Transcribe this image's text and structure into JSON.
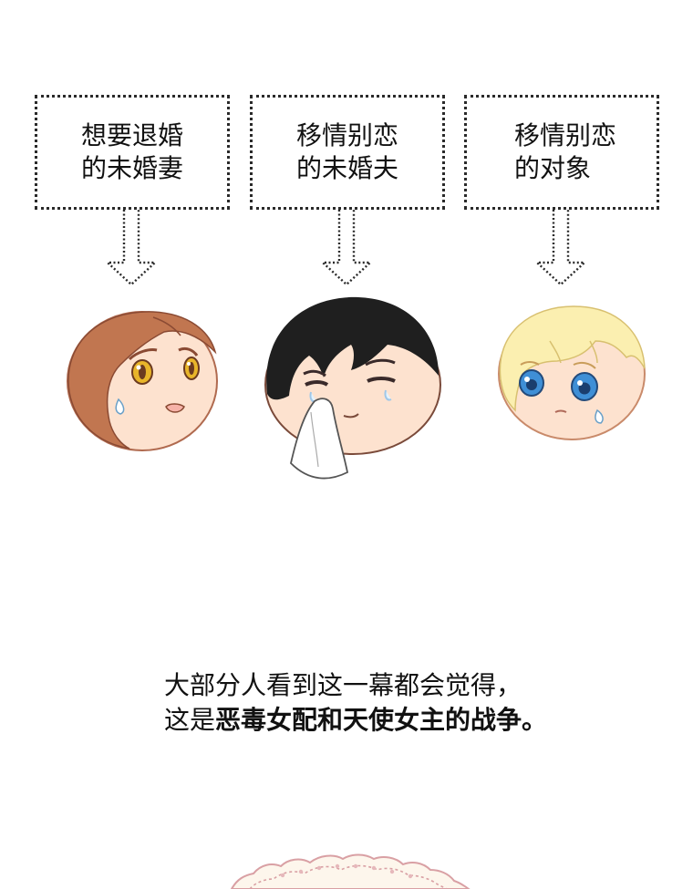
{
  "labels": [
    {
      "line1": "想要退婚",
      "line2": "的未婚妻"
    },
    {
      "line1": "移情别恋",
      "line2": "的未婚夫"
    },
    {
      "line1": "移情别恋",
      "line2": "的对象"
    }
  ],
  "caption": {
    "line1": "大部分人看到这一幕都会觉得，",
    "line2_plain": "这是",
    "line2_bold": "恶毒女配和天使女主的战争",
    "line2_end": "。"
  },
  "colors": {
    "accent_dark": "#2a2a2a",
    "hair_brown": "#c17650",
    "hair_black": "#1f1f1f",
    "hair_blonde": "#fbefb0",
    "skin": "#fde2cf",
    "eye_gold": "#e8b52a",
    "eye_blue": "#3f8fd6",
    "doily_pink": "#d9a0a4"
  }
}
